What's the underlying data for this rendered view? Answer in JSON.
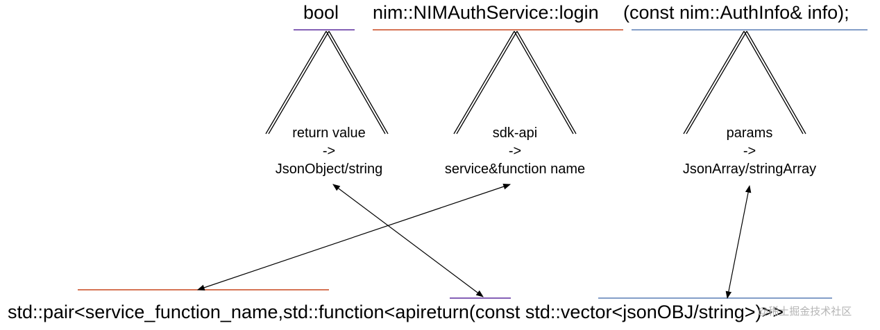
{
  "top_signature": {
    "return_type": "bool",
    "api_name": "nim::NIMAuthService::login",
    "params": "(const nim::AuthInfo& info);"
  },
  "labels": {
    "return": {
      "line1": "return value",
      "line2": "->",
      "line3": "JsonObject/string"
    },
    "api": {
      "line1": "sdk-api",
      "line2": "->",
      "line3": "service&function name"
    },
    "params": {
      "line1": "params",
      "line2": "->",
      "line3": "JsonArray/stringArray"
    }
  },
  "bottom_signature": "std::pair<service_function_name,std::function<apireturn(const std::vector<jsonOBJ/string>)>>",
  "watermark": "@稀土掘金技术社区",
  "colors": {
    "return_underline": "#5b2c9e",
    "api_underline": "#c8471d",
    "params_underline": "#5a7fb5",
    "arrow": "#000000"
  }
}
